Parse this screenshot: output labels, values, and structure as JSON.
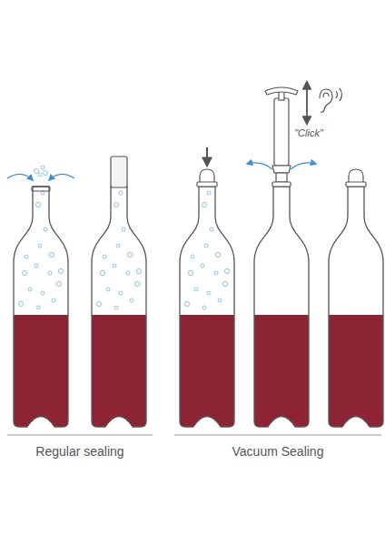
{
  "diagram": {
    "labels": [
      "\"Click\"",
      "Regular sealing",
      "Vacuum Sealing"
    ]
  }
}
